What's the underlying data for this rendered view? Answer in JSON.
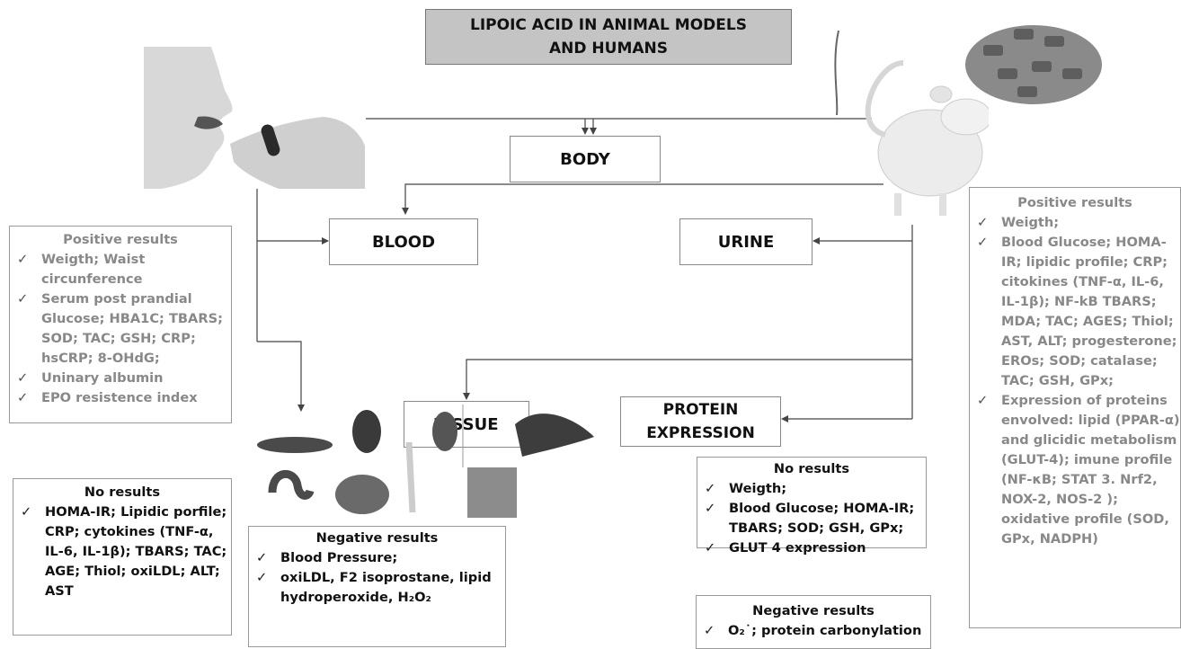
{
  "title": {
    "line1": "LIPOIC ACID IN ANIMAL MODELS",
    "line2": "AND HUMANS"
  },
  "nodes": {
    "body": "BODY",
    "blood": "BLOOD",
    "urine": "URINE",
    "tissue": "TISSUE",
    "protein_line1": "PROTEIN",
    "protein_line2": "EXPRESSION"
  },
  "human_positive": {
    "header": "Positive results",
    "items": [
      "Weigth; Waist circunference",
      "Serum post prandial Glucose; HBA1C; TBARS; SOD; TAC; GSH; CRP; hsCRP; 8-OHdG;",
      "Uninary albumin",
      "EPO resistence index"
    ]
  },
  "human_no": {
    "header": "No results",
    "items": [
      "HOMA-IR; Lipidic porfile; CRP; cytokines (TNF-α, IL-6, IL-1β); TBARS; TAC; AGE; Thiol; oxiLDL; ALT; AST"
    ]
  },
  "tissue_negative": {
    "header": "Negative results",
    "items": [
      "Blood Pressure;",
      "oxiLDL, F2 isoprostane, lipid hydroperoxide, H₂O₂"
    ]
  },
  "protein_no": {
    "header": "No results",
    "items": [
      "Weigth;",
      "Blood Glucose; HOMA-IR; TBARS; SOD; GSH, GPx;",
      "GLUT 4 expression"
    ]
  },
  "protein_negative": {
    "header": "Negative results",
    "items": [
      "O₂˙; protein carbonylation"
    ]
  },
  "animal_positive": {
    "header": "Positive results",
    "items": [
      "Weigth;",
      "Blood Glucose; HOMA-IR; lipidic profile; CRP; citokines (TNF-α, IL-6, IL-1β); NF-kB TBARS; MDA; TAC; AGES; Thiol; AST, ALT; progesterone; EROs; SOD; catalase; TAC; GSH, GPx;",
      "Expression of proteins envolved: lipid (PPAR-α) and glicidic metabolism (GLUT-4); imune profile (NF-κB; STAT 3. Nrf2, NOX-2, NOS-2 ); oxidative profile (SOD, GPx, NADPH)"
    ]
  }
}
